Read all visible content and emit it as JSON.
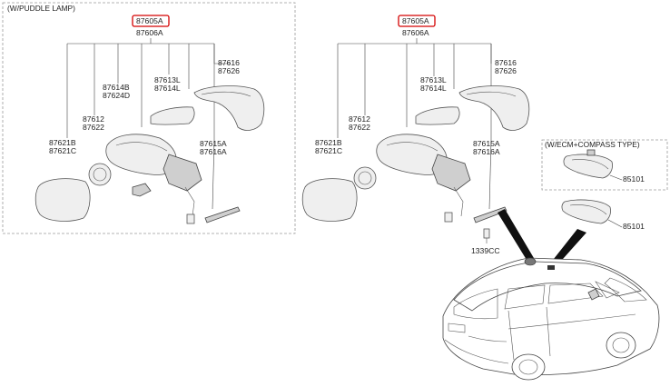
{
  "left_group": {
    "title": "(W/PUDDLE LAMP)",
    "top_labels": [
      "87605A",
      "87606A"
    ],
    "labels": {
      "l1": [
        "87616",
        "87626"
      ],
      "l2": [
        "87613L",
        "87614L"
      ],
      "l3": [
        "87614B",
        "87624D"
      ],
      "l4": [
        "87612",
        "87622"
      ],
      "l5": [
        "87621B",
        "87621C"
      ],
      "l6": [
        "87615A",
        "87616A"
      ]
    }
  },
  "right_group": {
    "top_labels": [
      "87605A",
      "87606A"
    ],
    "labels": {
      "r1": [
        "87616",
        "87626"
      ],
      "r2": [
        "87613L",
        "87614L"
      ],
      "r3": [
        "87612",
        "87622"
      ],
      "r4": [
        "87621B",
        "87621C"
      ],
      "r5": [
        "87615A",
        "87616A"
      ],
      "bolt": "1339CC"
    }
  },
  "inside_mirror": {
    "ecm_title": "(W/ECM+COMPASS TYPE)",
    "ecm_part": "85101",
    "std_part": "85101"
  },
  "colors": {
    "highlight": "#d40000",
    "dashed_box": "#9a9a9a",
    "line": "#444444"
  }
}
